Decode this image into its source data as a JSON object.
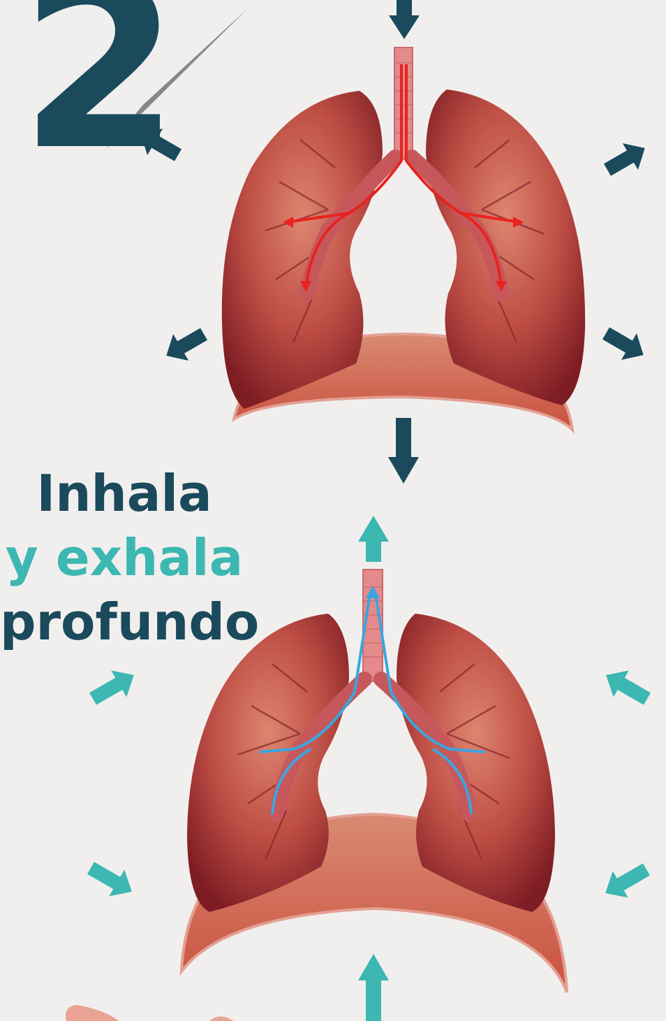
{
  "step_number": "2",
  "title": {
    "line1": "Inhala",
    "line2_prefix": "y",
    "line2_word": "exhala",
    "line3": "profundo"
  },
  "colors": {
    "dark_teal": "#1a4a5c",
    "light_teal": "#3cb7b1",
    "inhale_airflow": "#e8231e",
    "exhale_airflow": "#3aa6e0",
    "lung": "#b8433c",
    "background": "#f1efee"
  },
  "diagrams": [
    {
      "state": "inhale",
      "arrow_direction": "outward",
      "arrow_color": "dark_teal"
    },
    {
      "state": "exhale",
      "arrow_direction": "inward",
      "arrow_color": "light_teal"
    }
  ]
}
